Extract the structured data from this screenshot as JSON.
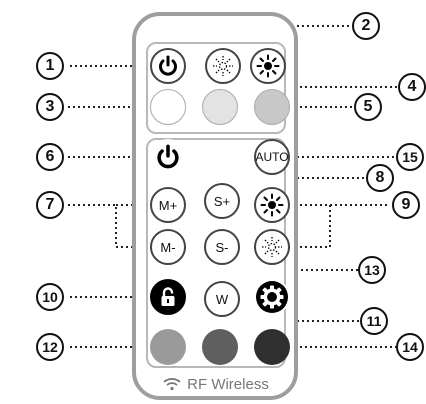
{
  "buttons": {
    "top_power_label": "",
    "auto_label": "AUTO",
    "m_plus_label": "M+",
    "m_minus_label": "M-",
    "s_plus_label": "S+",
    "s_minus_label": "S-",
    "w_label": "W"
  },
  "colors": {
    "white_swatch": "#ffffff",
    "light_gray_swatch": "#e3e3e3",
    "mid_gray_swatch": "#c8c8c8",
    "gray_swatch": "#9a9a9a",
    "dark_gray_swatch": "#5f5f5f",
    "darkest_swatch": "#2f2f2f"
  },
  "callouts": [
    "1",
    "2",
    "3",
    "4",
    "5",
    "6",
    "7",
    "8",
    "9",
    "10",
    "11",
    "12",
    "13",
    "14",
    "15"
  ],
  "footer": {
    "label": "RF Wireless",
    "icon": "wifi-icon"
  }
}
